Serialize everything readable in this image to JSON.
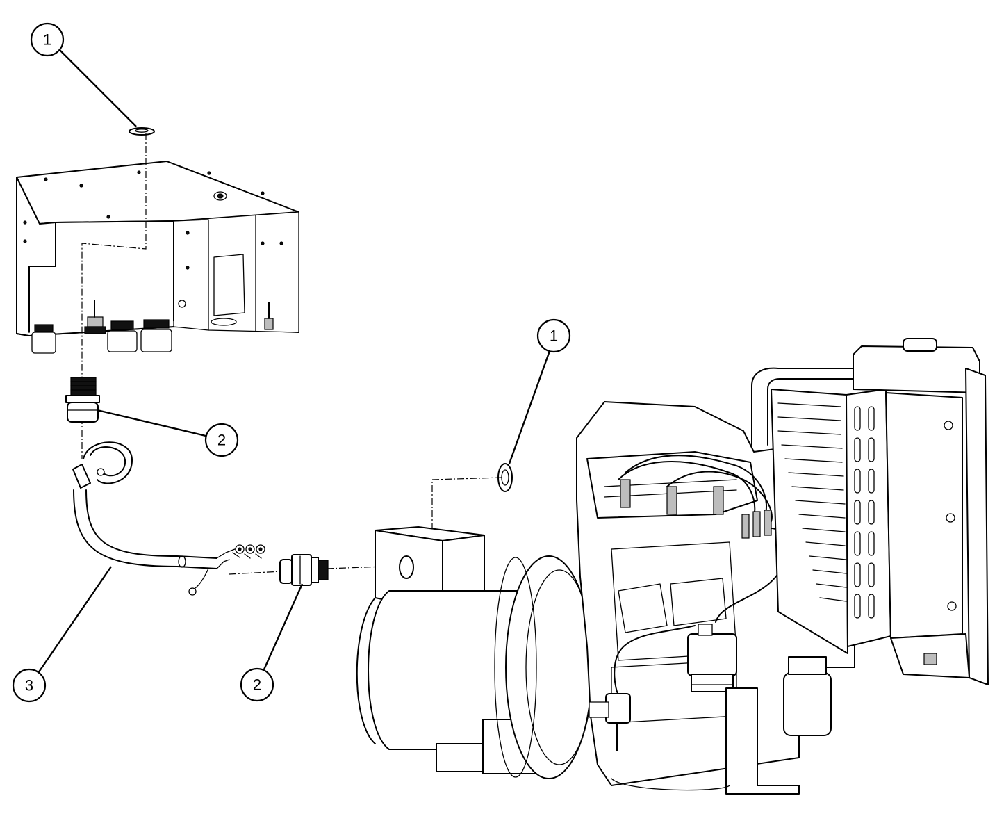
{
  "callouts": {
    "c1_top": "1",
    "c1_right": "1",
    "c2_upper": "2",
    "c2_lower": "2",
    "c3": "3"
  }
}
